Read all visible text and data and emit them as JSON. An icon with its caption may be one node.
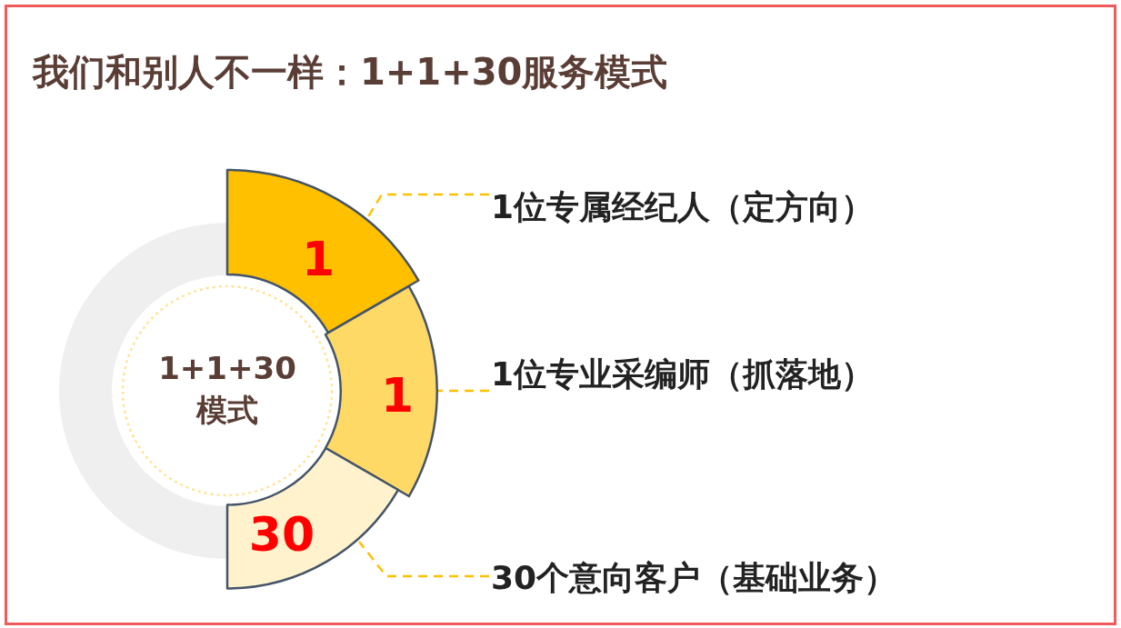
{
  "diagram": {
    "title": "我们和别人不一样：1+1+30服务模式",
    "nodes": [
      {
        "text": [
          "1+1+30模式"
        ]
      },
      {
        "text": [
          "1"
        ]
      },
      {
        "text": [
          "1"
        ]
      },
      {
        "text": [
          "30"
        ]
      },
      {
        "text": [
          "1位专属经纪人（定方向）"
        ]
      },
      {
        "text": [
          "1位专业采编师（抓落地）"
        ]
      },
      {
        "text": [
          "30个意向客户（基础业务）"
        ]
      }
    ],
    "edges": [
      {
        "from": 4,
        "to": 1,
        "arrow": "none",
        "style": "dashed"
      },
      {
        "from": 5,
        "to": 2,
        "arrow": "none",
        "style": "dashed"
      },
      {
        "from": 6,
        "to": 3,
        "arrow": "none",
        "style": "dashed"
      }
    ]
  }
}
